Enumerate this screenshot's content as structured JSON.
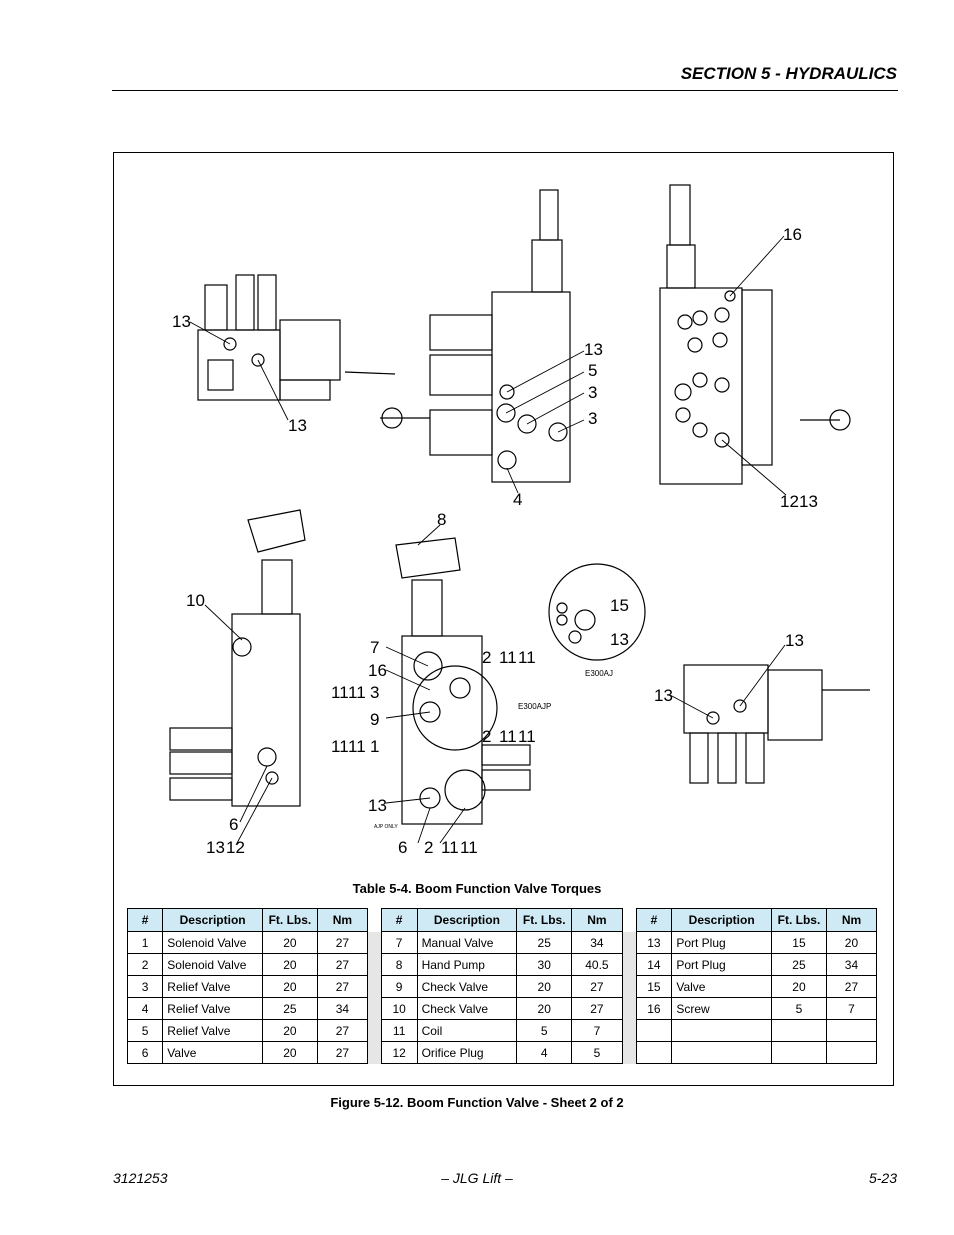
{
  "header": {
    "section": "SECTION 5 - HYDRAULICS"
  },
  "figure": {
    "labels": [
      "13",
      "13",
      "13",
      "5",
      "3",
      "3",
      "4",
      "16",
      "12",
      "13",
      "8",
      "10",
      "7",
      "16",
      "2",
      "11",
      "11",
      "11",
      "11",
      "3",
      "9",
      "11",
      "11",
      "1",
      "2",
      "11",
      "11",
      "13",
      "6",
      "13",
      "12",
      "6",
      "2",
      "11",
      "11",
      "15",
      "13",
      "13",
      "13"
    ],
    "insets": [
      "E300AJ",
      "E300AJP"
    ],
    "small_text": "AJP ONLY",
    "caption": "Figure 5-12.  Boom Function Valve - Sheet 2 of 2"
  },
  "table": {
    "title": "Table 5-4. Boom Function Valve Torques",
    "headers": [
      "#",
      "Description",
      "Ft. Lbs.",
      "Nm"
    ],
    "groups": [
      [
        [
          "1",
          "Solenoid Valve",
          "20",
          "27"
        ],
        [
          "2",
          "Solenoid Valve",
          "20",
          "27"
        ],
        [
          "3",
          "Relief Valve",
          "20",
          "27"
        ],
        [
          "4",
          "Relief Valve",
          "25",
          "34"
        ],
        [
          "5",
          "Relief Valve",
          "20",
          "27"
        ],
        [
          "6",
          "Valve",
          "20",
          "27"
        ]
      ],
      [
        [
          "7",
          "Manual Valve",
          "25",
          "34"
        ],
        [
          "8",
          "Hand Pump",
          "30",
          "40.5"
        ],
        [
          "9",
          "Check Valve",
          "20",
          "27"
        ],
        [
          "10",
          "Check Valve",
          "20",
          "27"
        ],
        [
          "11",
          "Coil",
          "5",
          "7"
        ],
        [
          "12",
          "Orifice Plug",
          "4",
          "5"
        ]
      ],
      [
        [
          "13",
          "Port Plug",
          "15",
          "20"
        ],
        [
          "14",
          "Port Plug",
          "25",
          "34"
        ],
        [
          "15",
          "Valve",
          "20",
          "27"
        ],
        [
          "16",
          "Screw",
          "5",
          "7"
        ],
        [
          "",
          "",
          "",
          ""
        ],
        [
          "",
          "",
          "",
          ""
        ]
      ]
    ]
  },
  "footer": {
    "left": "3121253",
    "center": "– JLG Lift –",
    "right": "5-23"
  }
}
